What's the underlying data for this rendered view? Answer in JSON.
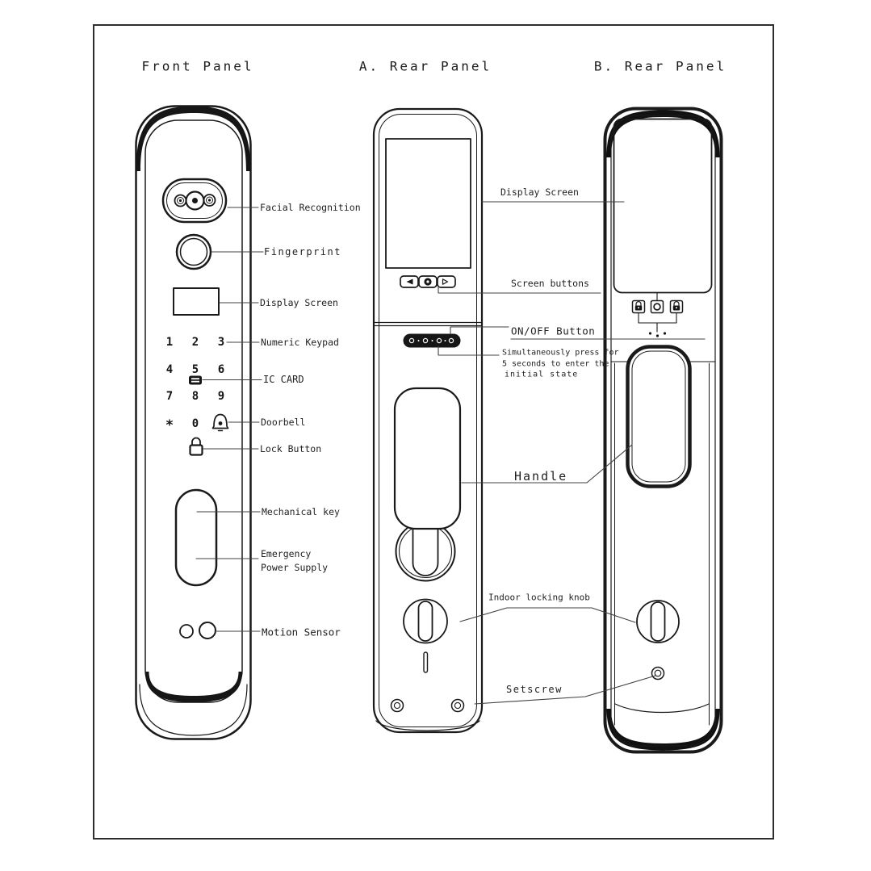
{
  "titles": {
    "front": "Front Panel",
    "rear_a": "A. Rear Panel",
    "rear_b": "B. Rear Panel"
  },
  "labels": {
    "facial": "Facial Recognition",
    "fingerprint": "Fingerprint",
    "front_display": "Display Screen",
    "numeric_keypad": "Numeric Keypad",
    "ic_card": "IC CARD",
    "doorbell": "Doorbell",
    "lock_button": "Lock Button",
    "mechanical_key": "Mechanical key",
    "emergency_l1": "Emergency",
    "emergency_l2": "Power Supply",
    "motion_sensor": "Motion Sensor",
    "rear_display": "Display Screen",
    "screen_buttons": "Screen buttons",
    "onoff": "ON/OFF Button",
    "init_l1": "Simultaneously press for",
    "init_l2": "5 seconds to enter the",
    "init_l3": "initial state",
    "handle": "Handle",
    "indoor_knob": "Indoor locking knob",
    "setscrew": "Setscrew"
  },
  "keypad": {
    "keys": [
      "1",
      "2",
      "3",
      "4",
      "5",
      "6",
      "7",
      "8",
      "9",
      "*",
      "0"
    ]
  },
  "icons": {
    "camera": "camera-module-icon",
    "fingerprint": "fingerprint-sensor-icon",
    "ic_card": "card-icon",
    "doorbell": "bell-icon",
    "lock": "padlock-icon",
    "screen_left": "arrow-left-icon",
    "screen_center": "circle-icon",
    "screen_right": "arrow-right-icon",
    "rear_b_left": "padlock-icon",
    "rear_b_center": "ring-icon",
    "rear_b_right": "padlock-icon"
  },
  "colors": {
    "line": "#1a1a1a",
    "leader": "#404040",
    "text": "#1f1f1f",
    "background": "#ffffff"
  }
}
